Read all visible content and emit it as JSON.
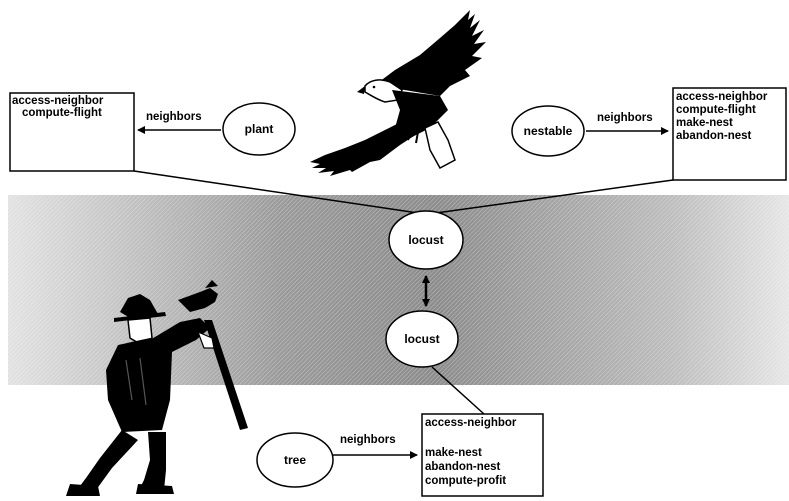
{
  "top_left": {
    "box_lines": [
      "access-neighbor",
      "compute-flight"
    ],
    "edge_label": "neighbors",
    "node": "plant"
  },
  "top_right": {
    "node": "nestable",
    "edge_label": "neighbors",
    "box_lines": [
      "access-neighbor",
      "compute-flight",
      "make-nest",
      "abandon-nest"
    ]
  },
  "middle": {
    "upper_node": "locust",
    "lower_node": "locust"
  },
  "bottom": {
    "node": "tree",
    "edge_label": "neighbors",
    "box_lines": [
      "access-neighbor",
      "",
      "make-nest",
      "abandon-nest",
      "compute-profit"
    ]
  },
  "colors": {
    "ink": "#000000",
    "background": "#ffffff",
    "band_dark": "#8a8a8a",
    "band_light": "#dedede"
  },
  "pictures": [
    "eagle-illustration",
    "hunter-with-gun-illustration"
  ]
}
